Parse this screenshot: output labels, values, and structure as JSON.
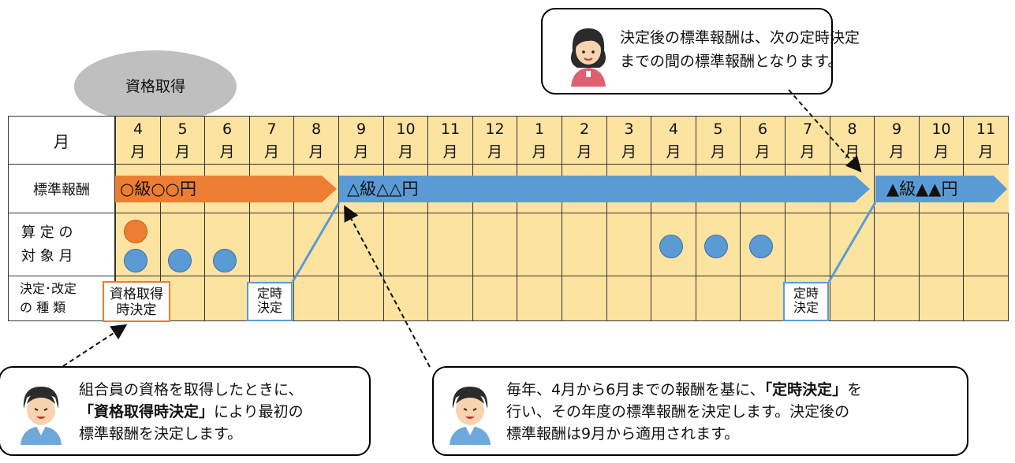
{
  "top_callout": {
    "lines": [
      "決定後の標準報酬は、次の定時決定",
      "までの間の標準報酬となります。"
    ],
    "icon": "woman-staff-icon"
  },
  "speech_bubble": {
    "label": "資格取得"
  },
  "row_labels": {
    "month": "月",
    "standard_pay": "標準報酬",
    "calc1": "算 定 の",
    "calc2": "対 象 月",
    "decision1": "決定･改定",
    "decision2": "の 種 類"
  },
  "months": [
    {
      "num": "4",
      "unit": "月"
    },
    {
      "num": "5",
      "unit": "月"
    },
    {
      "num": "6",
      "unit": "月"
    },
    {
      "num": "7",
      "unit": "月"
    },
    {
      "num": "8",
      "unit": "月"
    },
    {
      "num": "9",
      "unit": "月"
    },
    {
      "num": "10",
      "unit": "月"
    },
    {
      "num": "11",
      "unit": "月"
    },
    {
      "num": "12",
      "unit": "月"
    },
    {
      "num": "1",
      "unit": "月"
    },
    {
      "num": "2",
      "unit": "月"
    },
    {
      "num": "3",
      "unit": "月"
    },
    {
      "num": "4",
      "unit": "月"
    },
    {
      "num": "5",
      "unit": "月"
    },
    {
      "num": "6",
      "unit": "月"
    },
    {
      "num": "7",
      "unit": "月"
    },
    {
      "num": "8",
      "unit": "月"
    },
    {
      "num": "9",
      "unit": "月"
    },
    {
      "num": "10",
      "unit": "月"
    },
    {
      "num": "11",
      "unit": "月"
    }
  ],
  "bars": {
    "bar1": "○級○○円",
    "bar2": "△級△△円",
    "bar3": "▲級▲▲円"
  },
  "colors": {
    "orange": "#ed7d31",
    "blue": "#5b9bd5",
    "cell": "#fde3a0",
    "bubble": "#bfbfbf"
  },
  "decision_boxes": {
    "acquisition1": "資格取得",
    "acquisition2": "時決定",
    "regular1a": "定時",
    "regular1b": "決定",
    "regular2a": "定時",
    "regular2b": "決定"
  },
  "bottom_left": {
    "line1": "組合員の資格を取得したときに、",
    "line2_bold": "「資格取得時決定」",
    "line2_rest": "により最初の",
    "line3": "標準報酬を決定します。",
    "icon": "man-staff-icon"
  },
  "bottom_right": {
    "line1_pre": "毎年、4月から6月までの報酬を基に、",
    "line1_bold": "「定時決定」",
    "line1_post": "を",
    "line2": "行い、その年度の標準報酬を決定します。決定後の",
    "line3": "標準報酬は9月から適用されます。",
    "icon": "man-staff-icon"
  }
}
